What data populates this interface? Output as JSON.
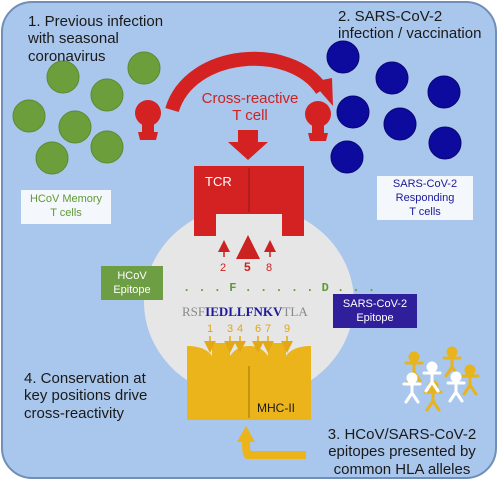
{
  "annotations": {
    "step1": [
      "1. Previous infection",
      "with seasonal",
      "coronavirus"
    ],
    "step2": [
      "2. SARS-CoV-2",
      "infection / vaccination"
    ],
    "cross_reactive": [
      "Cross-reactive",
      "T cell"
    ],
    "tcr": "TCR",
    "mhc": "MHC-II",
    "step3": [
      "3. HCoV/SARS-CoV-2",
      "epitopes presented by",
      "common HLA alleles"
    ],
    "step4": [
      "4. Conservation at",
      "key positions drive",
      "cross-reactivity"
    ]
  },
  "boxes": {
    "hcov_memory": [
      "HCoV Memory",
      "T cells"
    ],
    "sars_responding": [
      "SARS-CoV-2",
      "Responding",
      "T cells"
    ],
    "hcov_epitope": [
      "HCoV",
      "Epitope"
    ],
    "sars_epitope": [
      "SARS-CoV-2",
      "Epitope"
    ]
  },
  "tcr_positions": [
    "2",
    "5",
    "8"
  ],
  "hcov_sequence": ". . . F . . . . . D . . .",
  "sars_sequence": {
    "prefix": "RSF",
    "core": "IEDLLFNKV",
    "suffix": "TLA"
  },
  "mhc_positions": [
    "1",
    "3",
    "4",
    "6",
    "7",
    "9"
  ],
  "colors": {
    "background": "#a9c6ec",
    "green_cell": "#6c9e3b",
    "blue_cell": "#0d0a9e",
    "tcr_red": "#d42222",
    "mhc_yellow": "#ecb41b",
    "ellipse": "#e6e6e6",
    "hcov_box": "#6d9e43",
    "sars_box": "#2f1f9a"
  }
}
